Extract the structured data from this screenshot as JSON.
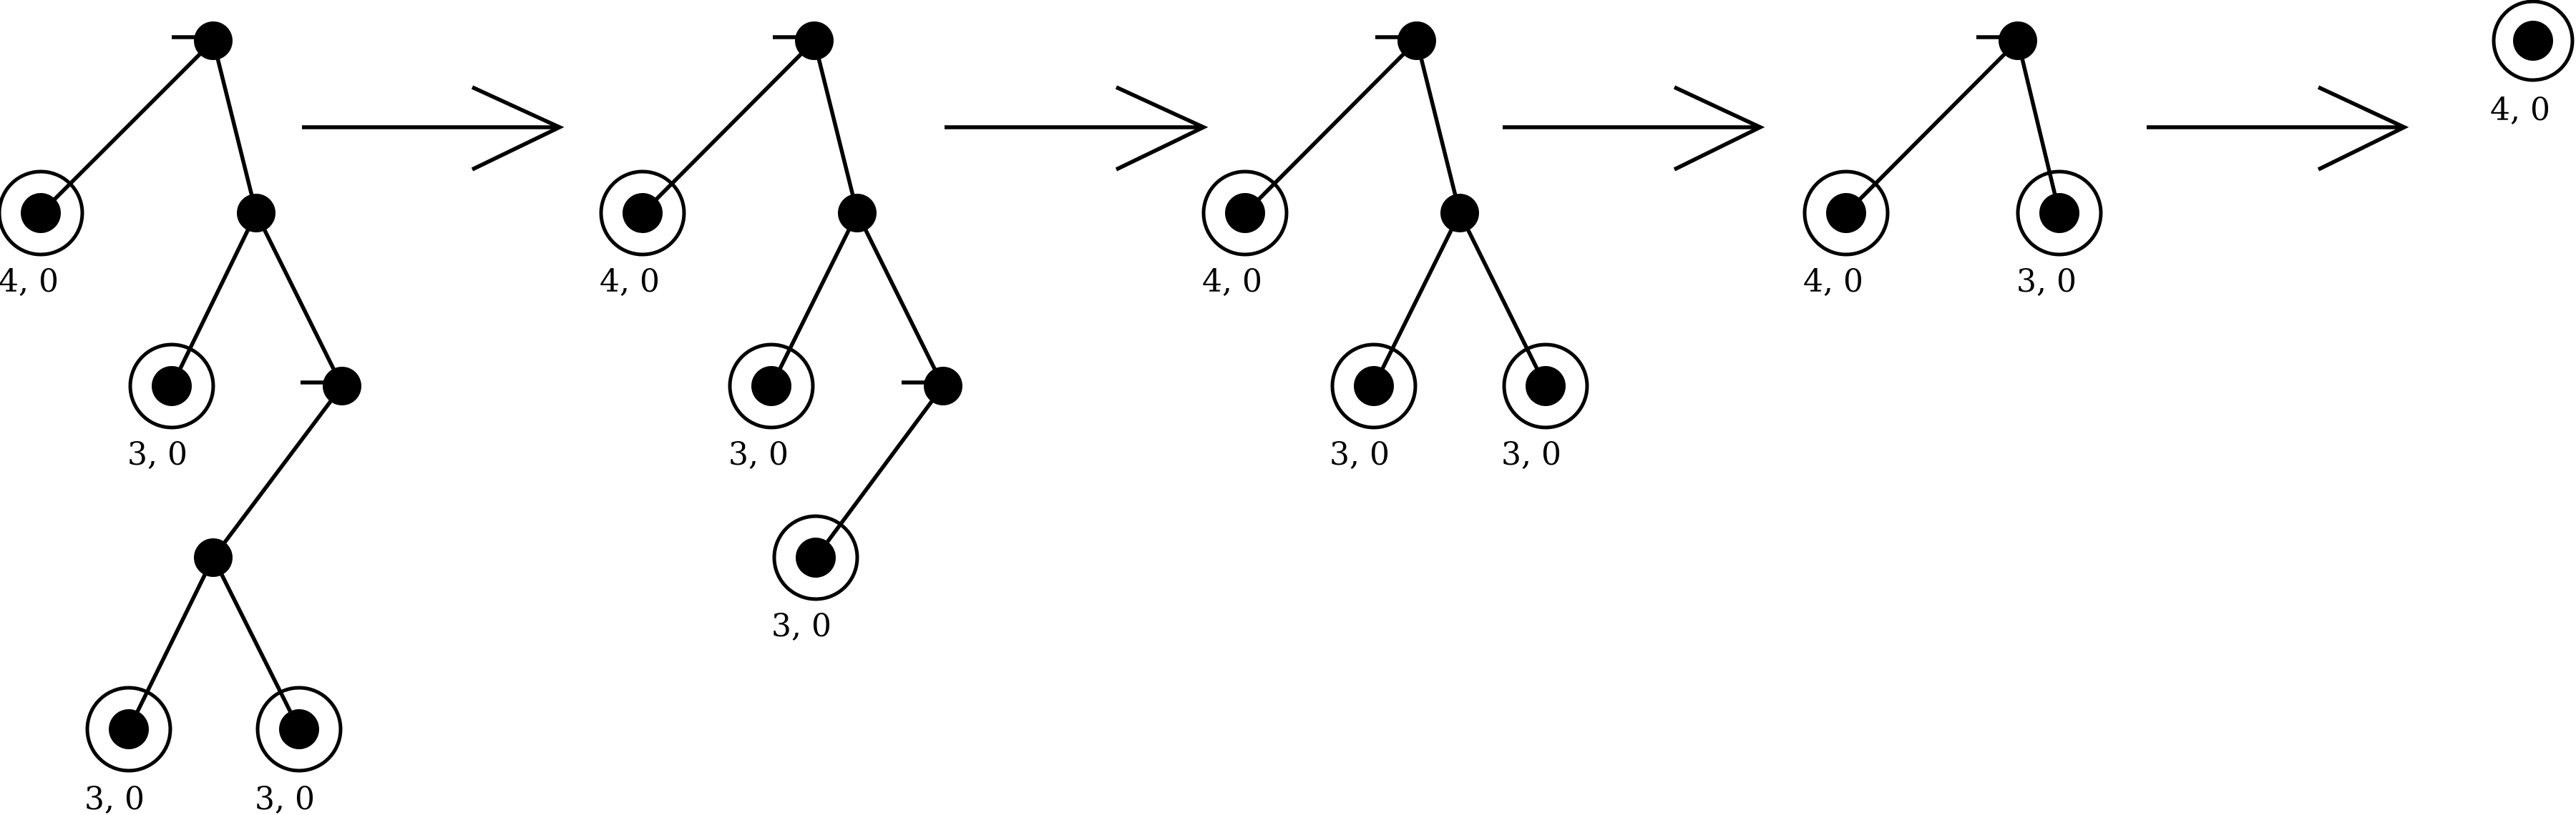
{
  "diagram": {
    "stages": [
      {
        "id": "tree-1",
        "labels": [
          "4, 0",
          "3, 0",
          "3, 0",
          "3, 0"
        ]
      },
      {
        "id": "tree-2",
        "labels": [
          "4, 0",
          "3, 0",
          "3, 0"
        ]
      },
      {
        "id": "tree-3",
        "labels": [
          "4, 0",
          "3, 0",
          "3, 0"
        ]
      },
      {
        "id": "tree-4",
        "labels": [
          "4, 0",
          "3, 0"
        ]
      },
      {
        "id": "tree-5",
        "labels": [
          "4, 0"
        ]
      }
    ],
    "arrow_count": 4
  }
}
